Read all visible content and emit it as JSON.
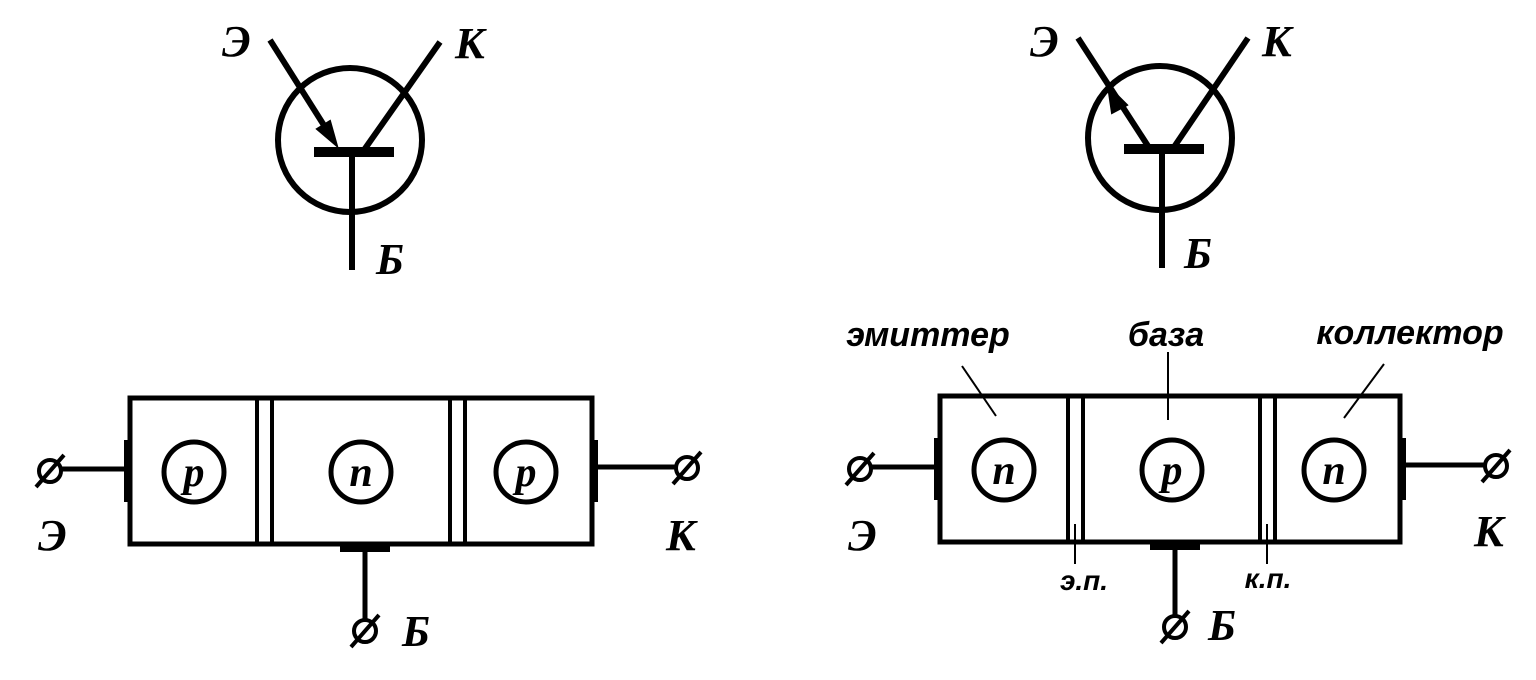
{
  "pnp": {
    "symbol": {
      "emitter": "Э",
      "collector": "К",
      "base": "Б"
    },
    "structure": {
      "regions": [
        "p",
        "n",
        "p"
      ],
      "terminals": {
        "emitter": "Э",
        "collector": "К",
        "base": "Б"
      }
    }
  },
  "npn": {
    "symbol": {
      "emitter": "Э",
      "collector": "К",
      "base": "Б"
    },
    "structure": {
      "regions": [
        "n",
        "p",
        "n"
      ],
      "region_names": [
        "эмиттер",
        "база",
        "коллектор"
      ],
      "junctions": [
        "э.п.",
        "к.п."
      ],
      "terminals": {
        "emitter": "Э",
        "collector": "К",
        "base": "Б"
      }
    }
  },
  "colors": {
    "ink": "#000000",
    "background": "#ffffff"
  }
}
